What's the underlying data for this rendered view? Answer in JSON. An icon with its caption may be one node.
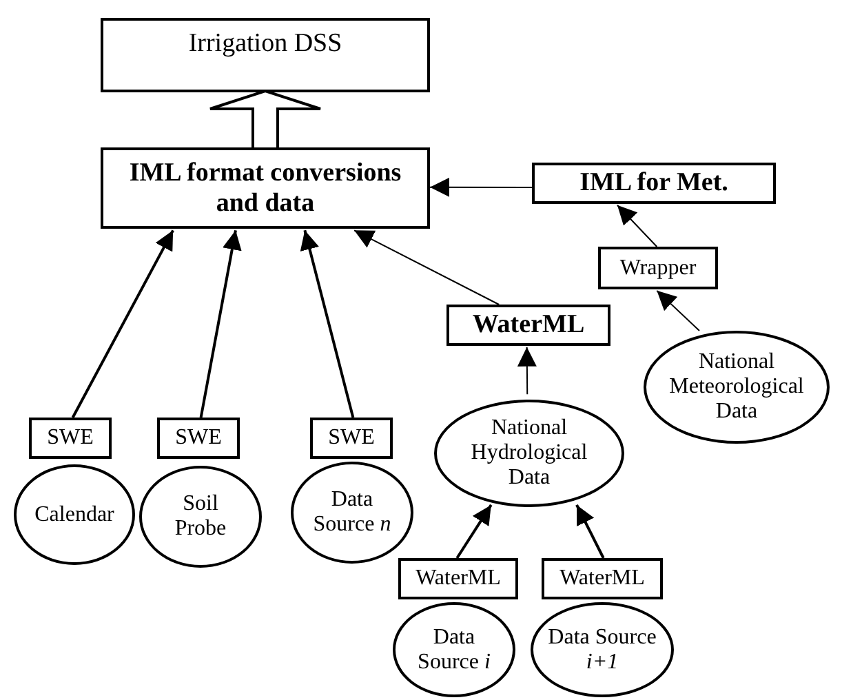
{
  "diagram": {
    "nodes": [
      {
        "text": [
          "Irrigation DSS"
        ]
      },
      {
        "text": [
          "IML format conversions and data"
        ]
      },
      {
        "text": [
          "IML for Met."
        ]
      },
      {
        "text": [
          "Wrapper"
        ]
      },
      {
        "text": [
          "National Meteorological Data"
        ]
      },
      {
        "text": [
          "WaterML"
        ]
      },
      {
        "text": [
          "National Hydrological Data"
        ]
      },
      {
        "text": [
          "SWE"
        ]
      },
      {
        "text": [
          "SWE"
        ]
      },
      {
        "text": [
          "SWE"
        ]
      },
      {
        "text": [
          "Calendar"
        ]
      },
      {
        "text": [
          "Soil Probe"
        ]
      },
      {
        "text": [
          "Data Source *n*"
        ]
      },
      {
        "text": [
          "WaterML"
        ]
      },
      {
        "text": [
          "WaterML"
        ]
      },
      {
        "text": [
          "Data Source *i*"
        ]
      },
      {
        "text": [
          "Data Source *i+1*"
        ]
      }
    ],
    "edges": [
      {
        "from": 1,
        "to": 0,
        "arrow": "to",
        "style": "thick"
      },
      {
        "from": 2,
        "to": 1,
        "arrow": "to"
      },
      {
        "from": 3,
        "to": 2,
        "arrow": "to"
      },
      {
        "from": 4,
        "to": 3,
        "arrow": "to"
      },
      {
        "from": 5,
        "to": 1,
        "arrow": "to"
      },
      {
        "from": 6,
        "to": 5,
        "arrow": "to"
      },
      {
        "from": 7,
        "to": 1,
        "arrow": "to"
      },
      {
        "from": 8,
        "to": 1,
        "arrow": "to"
      },
      {
        "from": 9,
        "to": 1,
        "arrow": "to"
      },
      {
        "from": 13,
        "to": 6,
        "arrow": "to"
      },
      {
        "from": 14,
        "to": 6,
        "arrow": "to"
      }
    ]
  }
}
